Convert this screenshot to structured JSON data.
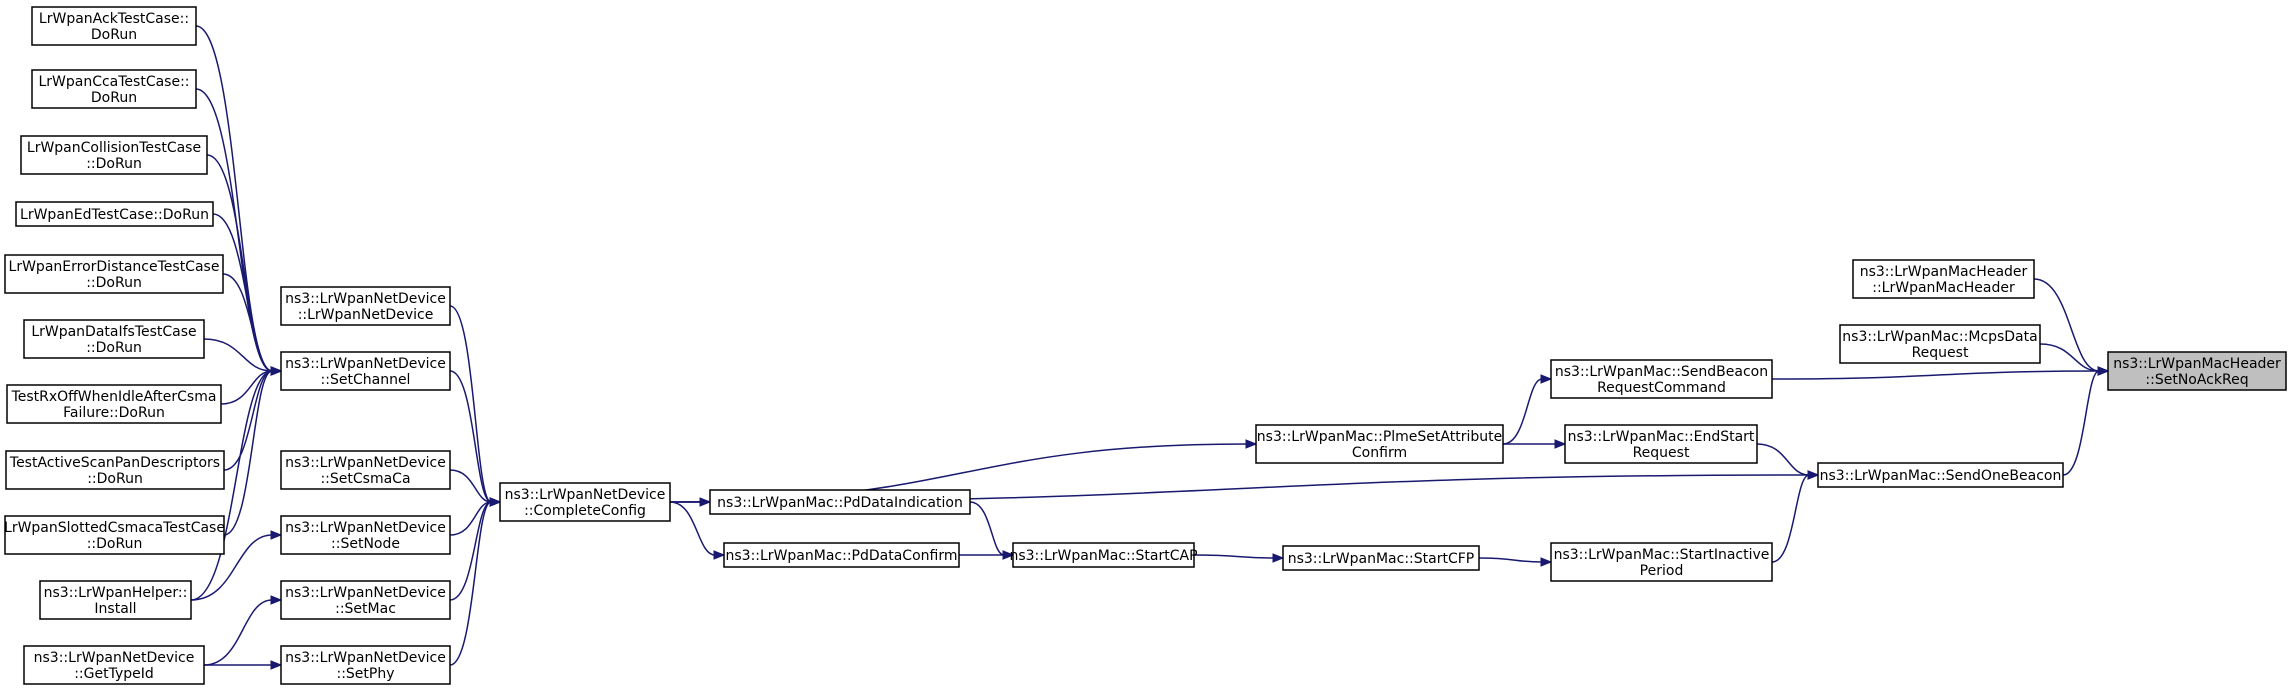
{
  "graph": {
    "title": "",
    "edge_color": "#191970",
    "root_fill": "#bfbfbf",
    "nodes": [
      {
        "id": "n_ack",
        "lines": [
          "LrWpanAckTestCase::",
          "DoRun"
        ]
      },
      {
        "id": "n_cca",
        "lines": [
          "LrWpanCcaTestCase::",
          "DoRun"
        ]
      },
      {
        "id": "n_collision",
        "lines": [
          "LrWpanCollisionTestCase",
          "::DoRun"
        ]
      },
      {
        "id": "n_ed",
        "lines": [
          "LrWpanEdTestCase::DoRun"
        ]
      },
      {
        "id": "n_errdist",
        "lines": [
          "LrWpanErrorDistanceTestCase",
          "::DoRun"
        ]
      },
      {
        "id": "n_dataifs",
        "lines": [
          "LrWpanDataIfsTestCase",
          "::DoRun"
        ]
      },
      {
        "id": "n_rxoff",
        "lines": [
          "TestRxOffWhenIdleAfterCsma",
          "Failure::DoRun"
        ]
      },
      {
        "id": "n_activescan",
        "lines": [
          "TestActiveScanPanDescriptors",
          "::DoRun"
        ]
      },
      {
        "id": "n_slotted",
        "lines": [
          "LrWpanSlottedCsmacaTestCase",
          "::DoRun"
        ]
      },
      {
        "id": "n_helper",
        "lines": [
          "ns3::LrWpanHelper::",
          "Install"
        ]
      },
      {
        "id": "n_gettypeid",
        "lines": [
          "ns3::LrWpanNetDevice",
          "::GetTypeId"
        ]
      },
      {
        "id": "n_ctor",
        "lines": [
          "ns3::LrWpanNetDevice",
          "::LrWpanNetDevice"
        ]
      },
      {
        "id": "n_setchannel",
        "lines": [
          "ns3::LrWpanNetDevice",
          "::SetChannel"
        ]
      },
      {
        "id": "n_setcsmaca",
        "lines": [
          "ns3::LrWpanNetDevice",
          "::SetCsmaCa"
        ]
      },
      {
        "id": "n_setnode",
        "lines": [
          "ns3::LrWpanNetDevice",
          "::SetNode"
        ]
      },
      {
        "id": "n_setmac",
        "lines": [
          "ns3::LrWpanNetDevice",
          "::SetMac"
        ]
      },
      {
        "id": "n_setphy",
        "lines": [
          "ns3::LrWpanNetDevice",
          "::SetPhy"
        ]
      },
      {
        "id": "n_completeconfig",
        "lines": [
          "ns3::LrWpanNetDevice",
          "::CompleteConfig"
        ]
      },
      {
        "id": "n_pddataind",
        "lines": [
          "ns3::LrWpanMac::PdDataIndication"
        ]
      },
      {
        "id": "n_pddataconf",
        "lines": [
          "ns3::LrWpanMac::PdDataConfirm"
        ]
      },
      {
        "id": "n_startcap",
        "lines": [
          "ns3::LrWpanMac::StartCAP"
        ]
      },
      {
        "id": "n_startcfp",
        "lines": [
          "ns3::LrWpanMac::StartCFP"
        ]
      },
      {
        "id": "n_plmeset",
        "lines": [
          "ns3::LrWpanMac::PlmeSetAttribute",
          "Confirm"
        ]
      },
      {
        "id": "n_sendbeaconreq",
        "lines": [
          "ns3::LrWpanMac::SendBeacon",
          "RequestCommand"
        ]
      },
      {
        "id": "n_endstart",
        "lines": [
          "ns3::LrWpanMac::EndStart",
          "Request"
        ]
      },
      {
        "id": "n_startinactive",
        "lines": [
          "ns3::LrWpanMac::StartInactive",
          "Period"
        ]
      },
      {
        "id": "n_hdrctor",
        "lines": [
          "ns3::LrWpanMacHeader",
          "::LrWpanMacHeader"
        ]
      },
      {
        "id": "n_mcpsdata",
        "lines": [
          "ns3::LrWpanMac::McpsData",
          "Request"
        ]
      },
      {
        "id": "n_sendonebeacon",
        "lines": [
          "ns3::LrWpanMac::SendOneBeacon"
        ]
      },
      {
        "id": "n_root",
        "lines": [
          "ns3::LrWpanMacHeader",
          "::SetNoAckReq"
        ],
        "root": true
      }
    ]
  }
}
